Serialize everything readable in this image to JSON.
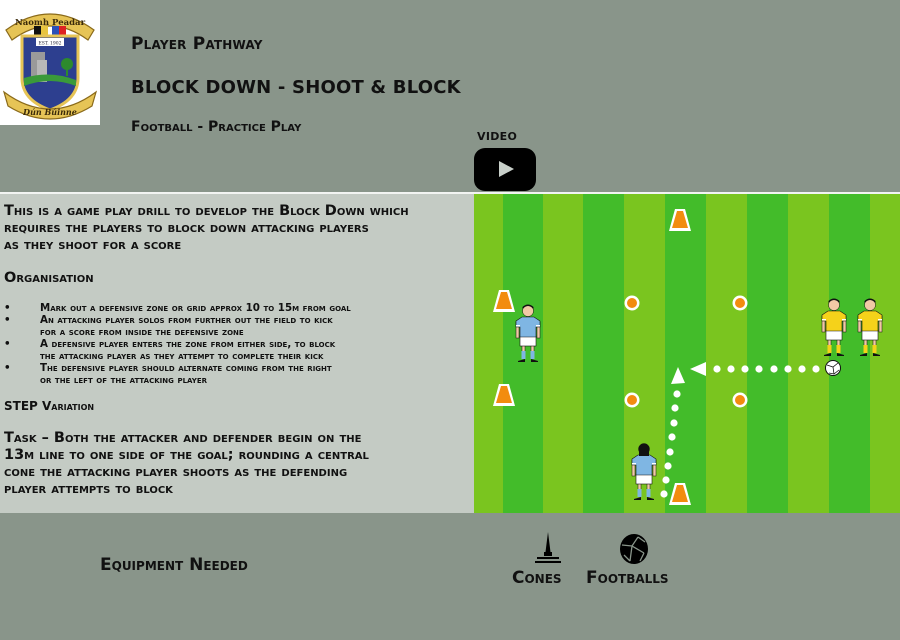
{
  "logo": {
    "top_text": "Naomh Peadar",
    "est_text": "EST. 1902",
    "bottom_text": "Dún Búinne"
  },
  "header": {
    "pathway": "Player Pathway",
    "title": "BLOCK DOWN - SHOOT & BLOCK",
    "subtitle": "Football - Practice Play"
  },
  "video": {
    "label": "VIDEO",
    "icon": "play-icon"
  },
  "description": {
    "intro_lines": [
      "This is a game play drill to develop the Block Down which",
      "requires the players to block down attacking players",
      "as they shoot for a score"
    ],
    "organisation_heading": "Organisation",
    "bullet_char": "•",
    "bullets": [
      {
        "lines": [
          "Mark out a defensive zone or  grid approx 10 to 15m from goal"
        ]
      },
      {
        "lines": [
          "An attacking player solos from further out the field to kick",
          "for a score from inside the defensive zone"
        ]
      },
      {
        "lines": [
          "A defensive player enters the zone from either side, to block",
          "the attacking player as they attempt to complete their kick"
        ]
      },
      {
        "lines": [
          "The defensive  player should alternate coming from the right",
          "or the left of the attacking player"
        ]
      }
    ],
    "step_heading": "STEP Variation",
    "task_lines": [
      "Task – Both the attacker and defender begin on the",
      "13m line to one side of the goal; rounding a central",
      "cone the attacking player shoots as the defending",
      "player attempts to block"
    ]
  },
  "pitch": {
    "colors": {
      "light_stripe": "#7ac51f",
      "dark_stripe": "#43bc2a",
      "cone": "#f28c0f",
      "blue_kit": "#7fb6e3",
      "yellow_kit": "#f5d21a"
    }
  },
  "equipment": {
    "label": "Equipment Needed",
    "items": [
      {
        "name": "Cones",
        "icon": "cone-icon"
      },
      {
        "name": "Footballs",
        "icon": "football-icon"
      }
    ]
  }
}
